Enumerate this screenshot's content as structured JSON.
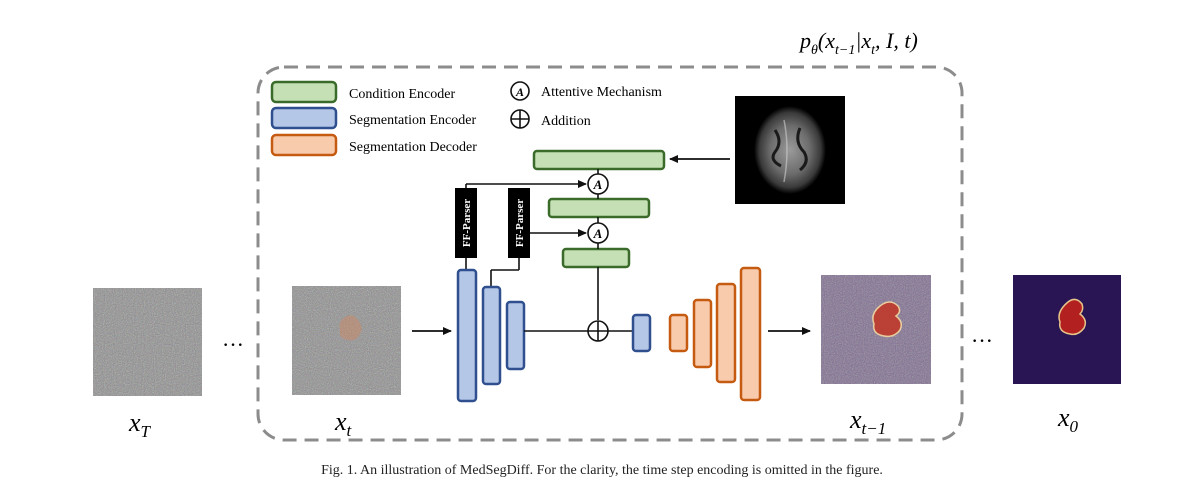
{
  "figure": {
    "caption": "Fig. 1.  An illustration of MedSegDiff. For the clarity, the time step encoding is omitted in the figure."
  },
  "formula": {
    "p_base": "p",
    "p_sub": "θ",
    "open": "(x",
    "sub1": "t−1",
    "mid": "|x",
    "sub2": "t",
    "rest": ", I, t)"
  },
  "legend": {
    "condition_encoder": "Condition Encoder",
    "segmentation_encoder": "Segmentation Encoder",
    "segmentation_decoder": "Segmentation Decoder",
    "attentive_symbol": "A",
    "attentive_mechanism": "Attentive Mechanism",
    "addition": "Addition"
  },
  "blocks": {
    "ff_parser": "FF-Parser",
    "attention_symbol": "A"
  },
  "images": {
    "xT": {
      "base": "x",
      "sub": "T"
    },
    "xt": {
      "base": "x",
      "sub": "t"
    },
    "xt1": {
      "base": "x",
      "sub": "t−1"
    },
    "x0": {
      "base": "x",
      "sub": "0"
    }
  },
  "ellipsis": "···",
  "colors": {
    "condition_fill": "#c5e0b4",
    "condition_stroke": "#3a6b2a",
    "seg_enc_fill": "#b4c7e7",
    "seg_enc_stroke": "#2f4f8f",
    "seg_dec_fill": "#f8cbad",
    "seg_dec_stroke": "#c55a11",
    "dashed_border": "#8c8c8c",
    "lesion": "#b32020",
    "x0_background": "#2a1554"
  }
}
